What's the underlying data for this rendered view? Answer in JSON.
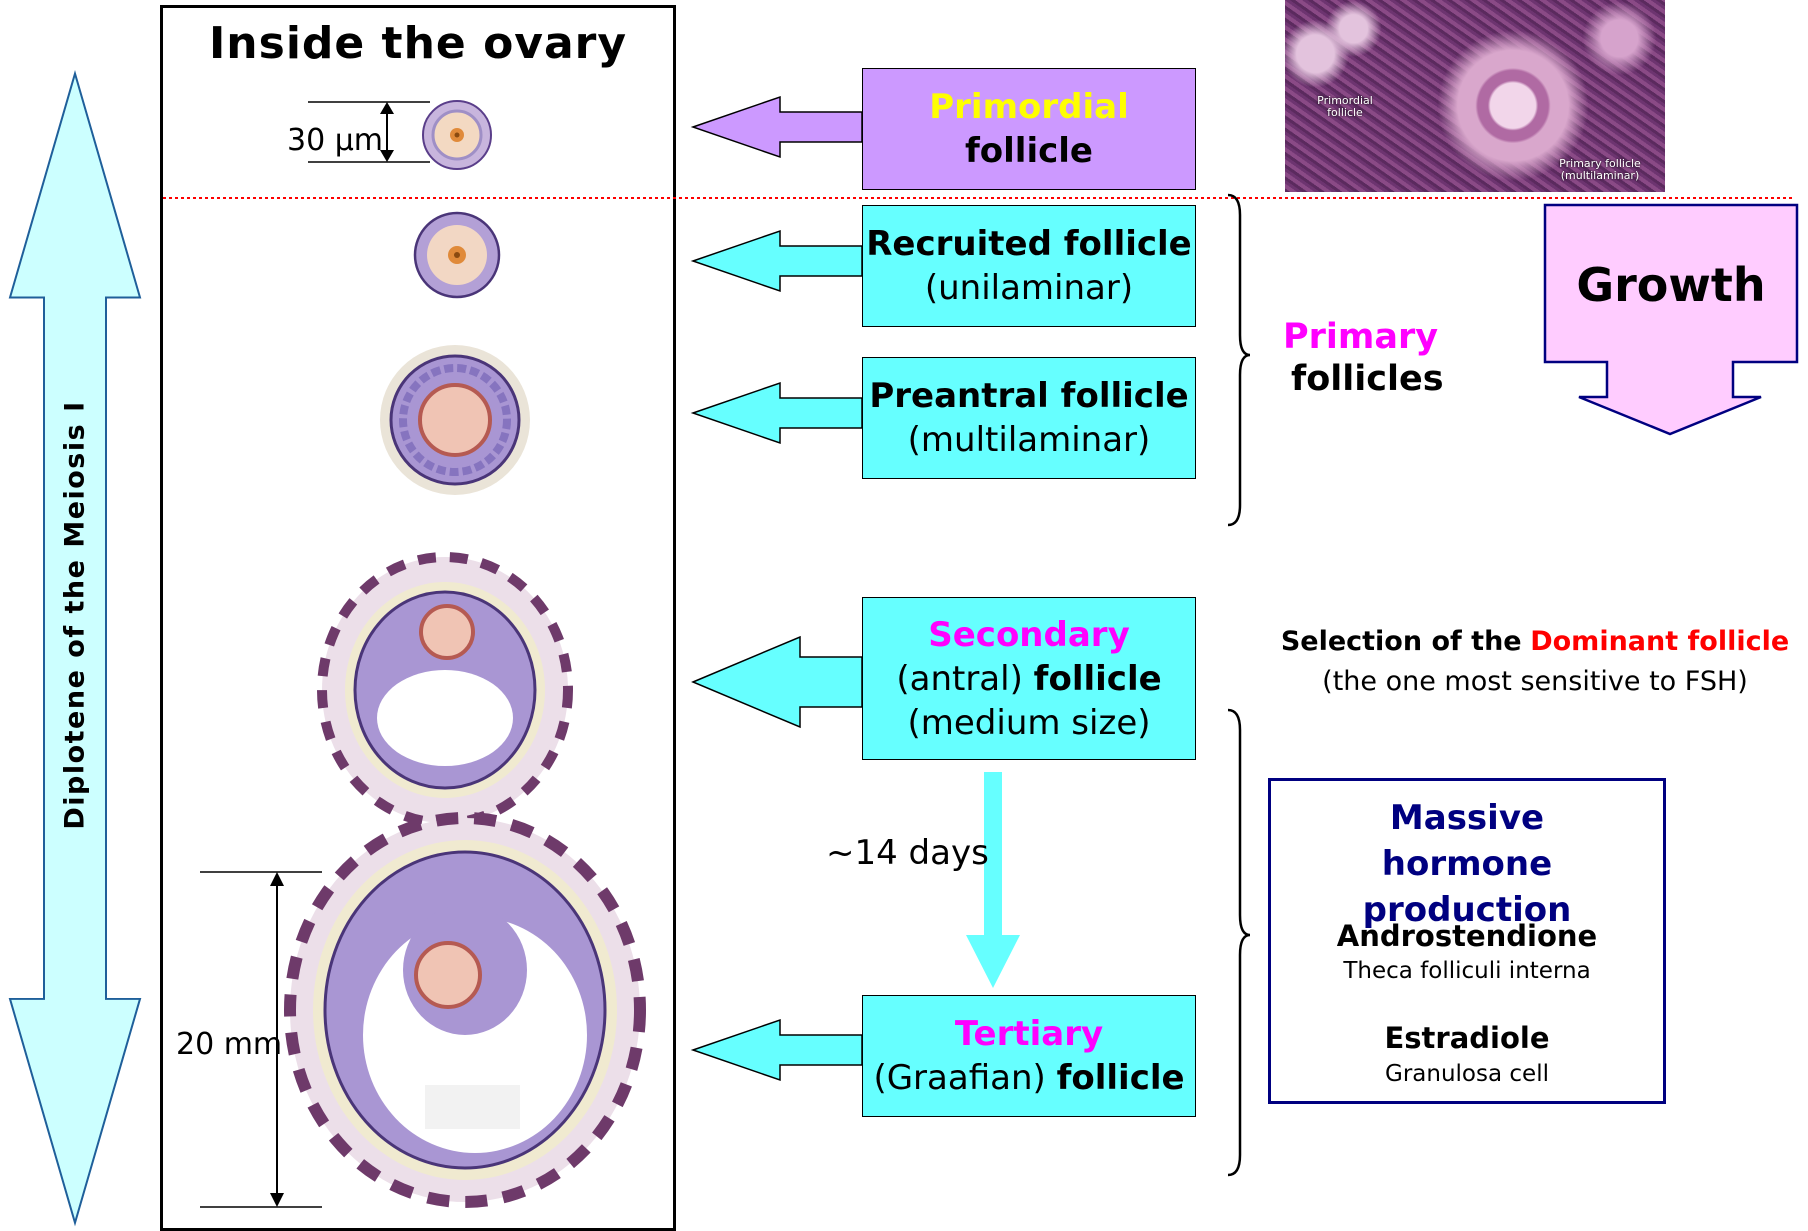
{
  "panel": {
    "title": "Inside the ovary"
  },
  "side_axis": {
    "label": "Diplotene of the Meiosis I"
  },
  "scale": {
    "top": "30 µm",
    "bottom": "20 mm"
  },
  "stages": [
    {
      "id": "primordial",
      "colored": "Primordial",
      "rest": "follicle",
      "sub": ""
    },
    {
      "id": "recruited",
      "line1": "Recruited follicle",
      "sub": "(unilaminar)"
    },
    {
      "id": "preantral",
      "line1": "Preantral follicle",
      "sub": "(multilaminar)"
    },
    {
      "id": "secondary",
      "colored": "Secondary",
      "mid_plain": "(antral)",
      "mid_bold": "follicle",
      "sub": "(medium size)"
    },
    {
      "id": "tertiary",
      "colored": "Tertiary",
      "mid_plain": "(Graafian)",
      "mid_bold": "follicle"
    }
  ],
  "interval": "~14 days",
  "growth": "Growth",
  "primary_group": {
    "colored": "Primary",
    "rest": "follicles"
  },
  "selection": {
    "prefix": "Selection of the",
    "highlight": "Dominant follicle",
    "note": "(the one most sensitive to FSH)"
  },
  "hormone_box": {
    "title": "Massive hormone production",
    "item1_name": "Androstendione",
    "item1_source": "Theca folliculi interna",
    "item2_name": "Estradiole",
    "item2_source": "Granulosa cell"
  },
  "micrograph_labels": {
    "primordial": "Primordial follicle",
    "primary": "Primary follicle (multilaminar)"
  },
  "colors": {
    "cyan_box": "#66ffff",
    "purple_box": "#cc99ff",
    "growth_box": "#ffccff",
    "magenta": "#ff00ff",
    "yellow": "#ffff00",
    "navy": "#000080",
    "red": "#ff0000",
    "divider": "#ff0000"
  }
}
